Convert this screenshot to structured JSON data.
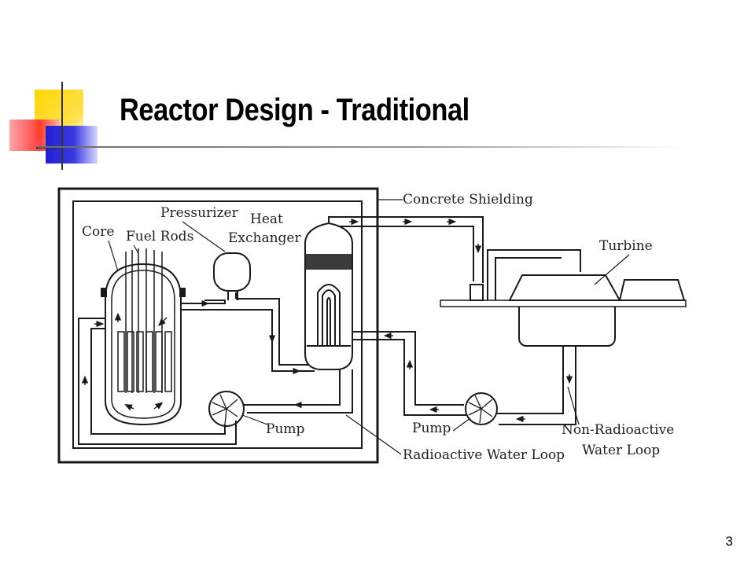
{
  "slide": {
    "title": "Reactor Design - Traditional",
    "page_number": "3"
  },
  "diagram": {
    "labels": {
      "concrete_shielding": "Concrete Shielding",
      "pressurizer": "Pressurizer",
      "heat": "Heat",
      "exchanger": "Exchanger",
      "core": "Core",
      "fuel_rods": "Fuel Rods",
      "turbine": "Turbine",
      "pump_left": "Pump",
      "pump_right": "Pump",
      "radioactive_loop": "Radioactive Water Loop",
      "nonradioactive_line1": "Non-Radioactive",
      "nonradioactive_line2": "Water Loop"
    }
  },
  "colors": {
    "deco_yellow": "#ffd700",
    "deco_red": "#ff3333",
    "deco_blue": "#2828d8",
    "diagram_ink": "#1a1a1a"
  }
}
